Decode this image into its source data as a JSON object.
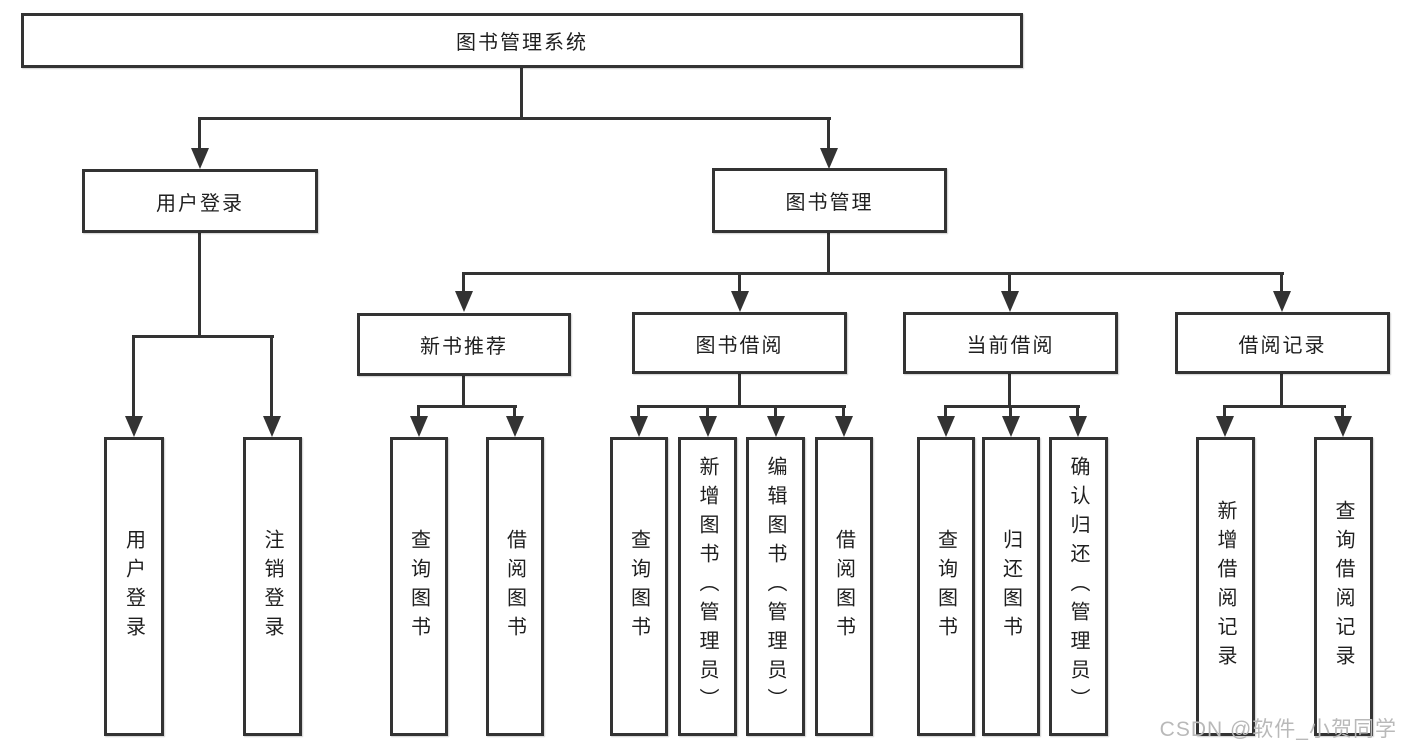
{
  "colors": {
    "line": "#333333",
    "box_border": "#333333",
    "text": "#1f1f1f",
    "watermark": "#b9b9b9",
    "background": "#ffffff"
  },
  "watermark": {
    "text": "CSDN @软件_小贺同学"
  },
  "tree": {
    "root": {
      "label": "图书管理系统",
      "children": [
        {
          "label": "用户登录",
          "children": [
            {
              "label": "用户登录"
            },
            {
              "label": "注销登录"
            }
          ]
        },
        {
          "label": "图书管理",
          "children": [
            {
              "label": "新书推荐",
              "children": [
                {
                  "label": "查询图书"
                },
                {
                  "label": "借阅图书"
                }
              ]
            },
            {
              "label": "图书借阅",
              "children": [
                {
                  "label": "查询图书"
                },
                {
                  "label": "新增图书（管理员）"
                },
                {
                  "label": "编辑图书（管理员）"
                },
                {
                  "label": "借阅图书"
                }
              ]
            },
            {
              "label": "当前借阅",
              "children": [
                {
                  "label": "查询图书"
                },
                {
                  "label": "归还图书"
                },
                {
                  "label": "确认归还（管理员）"
                }
              ]
            },
            {
              "label": "借阅记录",
              "children": [
                {
                  "label": "新增借阅记录"
                },
                {
                  "label": "查询借阅记录"
                }
              ]
            }
          ]
        }
      ]
    }
  }
}
